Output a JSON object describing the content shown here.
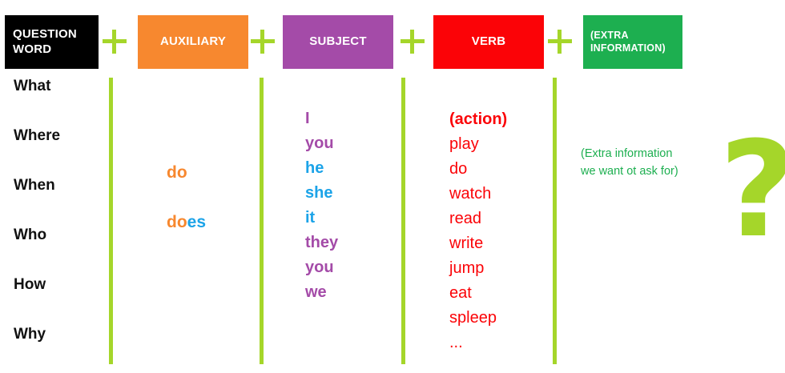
{
  "header": {
    "boxes": [
      {
        "id": "question-word",
        "label": "QUESTION WORD",
        "color": "#000000"
      },
      {
        "id": "auxiliary",
        "label": "AUXILIARY",
        "color": "#F7882F"
      },
      {
        "id": "subject",
        "label": "SUBJECT",
        "color": "#A44BA8"
      },
      {
        "id": "verb",
        "label": "VERB",
        "color": "#FB0307"
      },
      {
        "id": "extra",
        "label": "(EXTRA INFORMATION)",
        "color": "#1DAF50"
      }
    ],
    "connector": "+"
  },
  "columns": {
    "question_words": {
      "items": [
        "What",
        "Where",
        "When",
        "Who",
        "How",
        "Why"
      ]
    },
    "auxiliary": {
      "items": [
        {
          "stem": "do",
          "suffix": ""
        },
        {
          "stem": "do",
          "suffix": "es"
        }
      ]
    },
    "subject": {
      "items": [
        {
          "text": "I",
          "group": "plural"
        },
        {
          "text": "you",
          "group": "plural"
        },
        {
          "text": "he",
          "group": "singular"
        },
        {
          "text": "she",
          "group": "singular"
        },
        {
          "text": "it",
          "group": "singular"
        },
        {
          "text": "they",
          "group": "plural"
        },
        {
          "text": "you",
          "group": "plural"
        },
        {
          "text": "we",
          "group": "plural"
        }
      ]
    },
    "verb": {
      "items": [
        "(action)",
        "play",
        "do",
        "watch",
        "read",
        "write",
        "jump",
        "eat",
        "spleep",
        "..."
      ]
    },
    "extra": {
      "lines": [
        "(Extra information",
        "we want ot ask for)"
      ]
    }
  },
  "question_mark": "?",
  "palette": {
    "lime": "#A5D62A",
    "orange": "#F7882F",
    "purple": "#A44BA8",
    "red": "#FB0307",
    "green": "#1DAF50",
    "blue": "#1BA3E8",
    "black": "#000000"
  }
}
